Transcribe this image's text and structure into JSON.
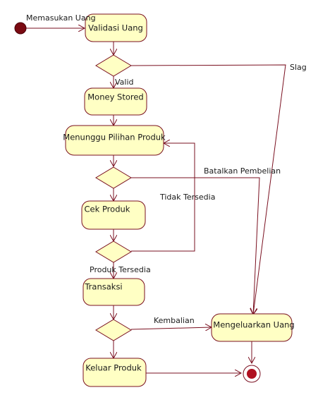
{
  "colors": {
    "node_fill": "#ffffc4",
    "stroke": "#7a1020",
    "initial_fill": "#7a0a12",
    "text": "#1a1a1a"
  },
  "states": {
    "validasi": "Validasi Uang",
    "money_stored": "Money Stored",
    "menunggu": "Menunggu Pilihan Produk",
    "cek_produk": "Cek Produk",
    "transaksi": "Transaksi",
    "mengeluarkan": "Mengeluarkan Uang",
    "keluar": "Keluar Produk"
  },
  "labels": {
    "memasukan": "Memasukan Uang",
    "valid": "Valid",
    "slag": "Slag",
    "batalkan": "Batalkan Pembelian",
    "tidak_tersedia": "Tidak Tersedia",
    "produk_tersedia": "Produk Tersedia",
    "kembalian": "Kembalian"
  }
}
